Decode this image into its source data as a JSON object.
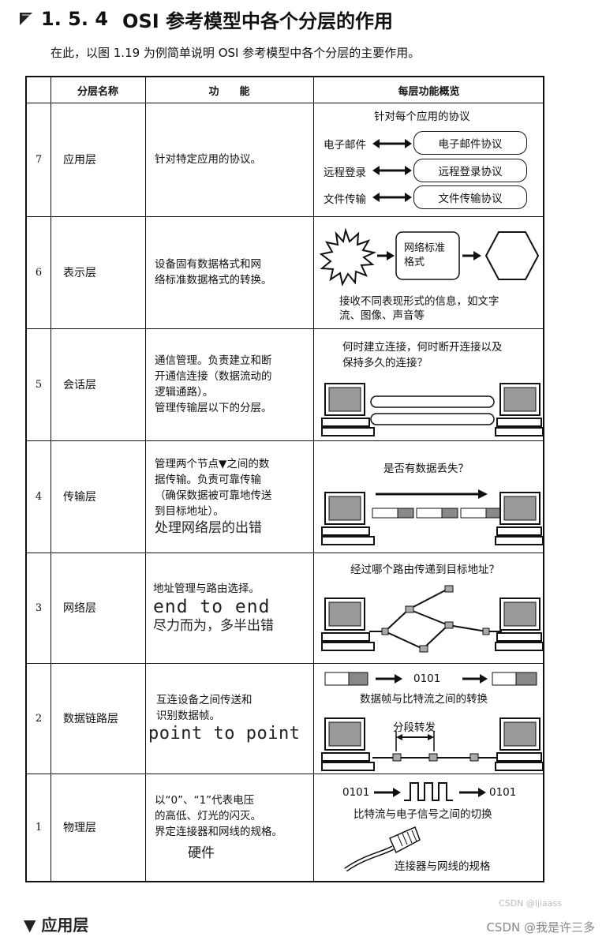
{
  "heading": {
    "number": "1. 5. 4",
    "title": "OSI 参考模型中各个分层的作用"
  },
  "intro": "在此，以图 1.19 为例简单说明 OSI 参考模型中各个分层的主要作用。",
  "table": {
    "headers": [
      "分层名称",
      "功　　能",
      "每层功能概览"
    ],
    "rows": [
      {
        "num": "7",
        "name": "应用层",
        "func": [
          "针对特定应用的协议。"
        ],
        "notes": []
      },
      {
        "num": "6",
        "name": "表示层",
        "func": [
          "设备固有数据格式和网",
          "络标准数据格式的转换。"
        ],
        "notes": []
      },
      {
        "num": "5",
        "name": "会话层",
        "func": [
          "通信管理。负责建立和断",
          "开通信连接（数据流动的",
          "逻辑通路）。",
          "管理传输层以下的分层。"
        ],
        "notes": []
      },
      {
        "num": "4",
        "name": "传输层",
        "func": [
          "管理两个节点▼之间的数",
          "据传输。负责可靠传输",
          "（确保数据被可靠地传送",
          "到目标地址）。"
        ],
        "notes": [
          "处理网络层的出错"
        ]
      },
      {
        "num": "3",
        "name": "网络层",
        "func": [
          "地址管理与路由选择。"
        ],
        "notes": [
          "end to end",
          "尽力而为，多半出错"
        ]
      },
      {
        "num": "2",
        "name": "数据链路层",
        "func": [
          "互连设备之间传送和",
          "识别数据帧。"
        ],
        "notes": [
          "point to point"
        ]
      },
      {
        "num": "1",
        "name": "物理层",
        "func": [
          "以“0”、“1”代表电压",
          "的高低、灯光的闪灭。",
          "界定连接器和网线的规格。"
        ],
        "notes": [
          "硬件"
        ]
      }
    ]
  },
  "overview": {
    "app": {
      "caption": "针对每个应用的协议",
      "items": [
        {
          "left": "电子邮件",
          "protocol": "电子邮件协议"
        },
        {
          "left": "远程登录",
          "protocol": "远程登录协议"
        },
        {
          "left": "文件传输",
          "protocol": "文件传输协议"
        }
      ]
    },
    "presentation": {
      "box": "网络标准格式",
      "caption1": "接收不同表现形式的信息，如文字",
      "caption2": "流、图像、声音等"
    },
    "session": {
      "caption1": "何时建立连接，何时断开连接以及",
      "caption2": "保持多久的连接？"
    },
    "transport": {
      "caption": "是否有数据丢失？"
    },
    "network": {
      "caption": "经过哪个路由传递到目标地址？"
    },
    "datalink": {
      "bits": "0101",
      "caption": "数据帧与比特流之间的转换",
      "forward": "分段转发"
    },
    "physical": {
      "bits_left": "0101",
      "bits_right": "0101",
      "caption": "比特流与电子信号之间的切换",
      "connector": "连接器与网线的规格"
    }
  },
  "footer": {
    "cut": "▼ 应用层",
    "watermark_small": "CSDN @ljiaass",
    "watermark_big": "CSDN @我是许三多"
  }
}
